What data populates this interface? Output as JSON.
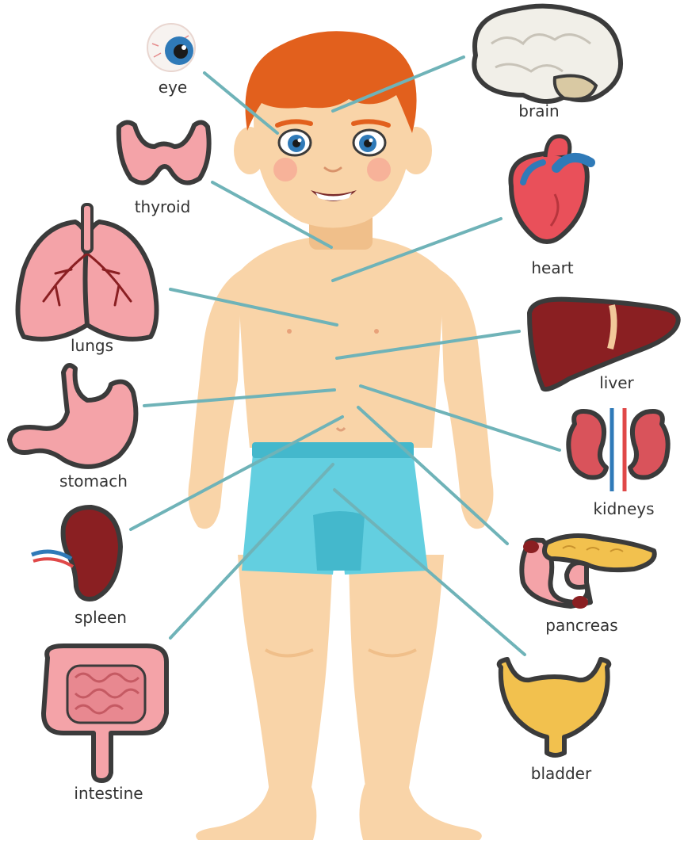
{
  "colors": {
    "skin": "#f9d4a8",
    "skin_shadow": "#f0bf8a",
    "hair": "#e2601d",
    "shorts": "#63cfe0",
    "shorts_dark": "#44b8cc",
    "leader_line": "#6fb3b8",
    "outline": "#3b3b3b",
    "organ_pink": "#f4a3a8",
    "organ_red": "#e9505a",
    "organ_darkred": "#8a1f22",
    "organ_yellow": "#f2c14e",
    "brain": "#f1efe8"
  },
  "labels": {
    "eye": "eye",
    "brain": "brain",
    "thyroid": "thyroid",
    "heart": "heart",
    "lungs": "lungs",
    "liver": "liver",
    "stomach": "stomach",
    "kidneys": "kidneys",
    "spleen": "spleen",
    "pancreas": "pancreas",
    "intestine": "intestine",
    "bladder": "bladder"
  }
}
